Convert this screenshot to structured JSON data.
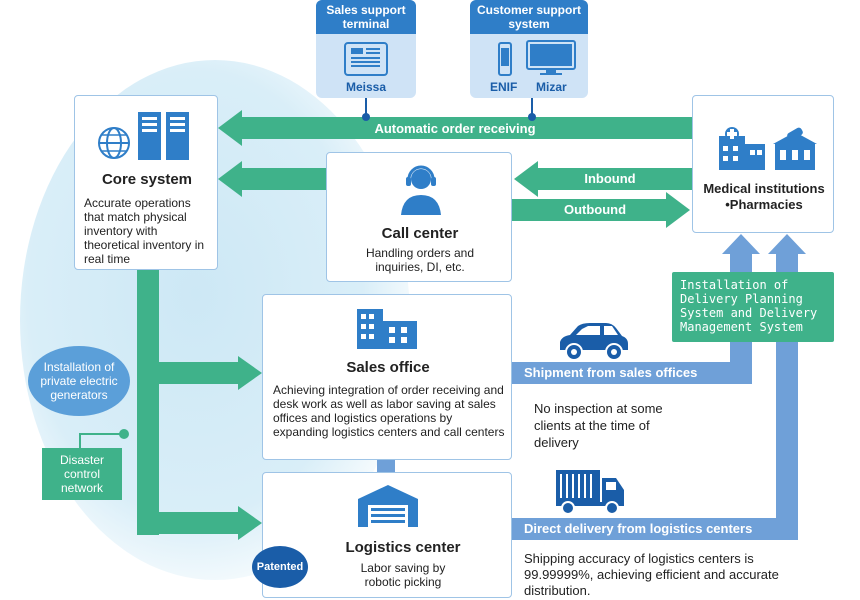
{
  "sales_support_terminal": {
    "title": "Sales support terminal",
    "device": "Meissa"
  },
  "customer_support_system": {
    "title": "Customer support system",
    "device_1": "ENIF",
    "device_2": "Mizar"
  },
  "core_system": {
    "title": "Core system",
    "description": "Accurate operations that match physical inventory with theoretical inventory in real time"
  },
  "call_center": {
    "title": "Call center",
    "description": "Handling orders and inquiries, DI, etc."
  },
  "medical_institutions": {
    "title": "Medical institutions •Pharmacies"
  },
  "sales_office": {
    "title": "Sales office",
    "description": "Achieving integration of order receiving and desk work as well as labor saving at sales offices and logistics operations by expanding logistics centers and call centers"
  },
  "logistics_center": {
    "title": "Logistics center",
    "description": "Labor saving by robotic picking",
    "badge": "Patented"
  },
  "arrows": {
    "automatic_order": "Automatic order receiving",
    "inbound": "Inbound",
    "outbound": "Outbound",
    "shipment_sales": "Shipment from sales offices",
    "direct_delivery": "Direct delivery from logistics centers"
  },
  "delivery_planning": "Installation of Delivery Planning System and Delivery Management System",
  "generators": "Installation of private electric generators",
  "disaster_network": "Disaster control network",
  "no_inspection": "No inspection at some clients at the time of delivery",
  "shipping_accuracy": "Shipping accuracy of logistics centers is 99.99999%, achieving efficient and accurate distribution.",
  "colors": {
    "green": "#3fb28a",
    "blue": "#6fa0d8",
    "dark_blue": "#2f7ec8",
    "light_bg": "#d5ebf6"
  }
}
